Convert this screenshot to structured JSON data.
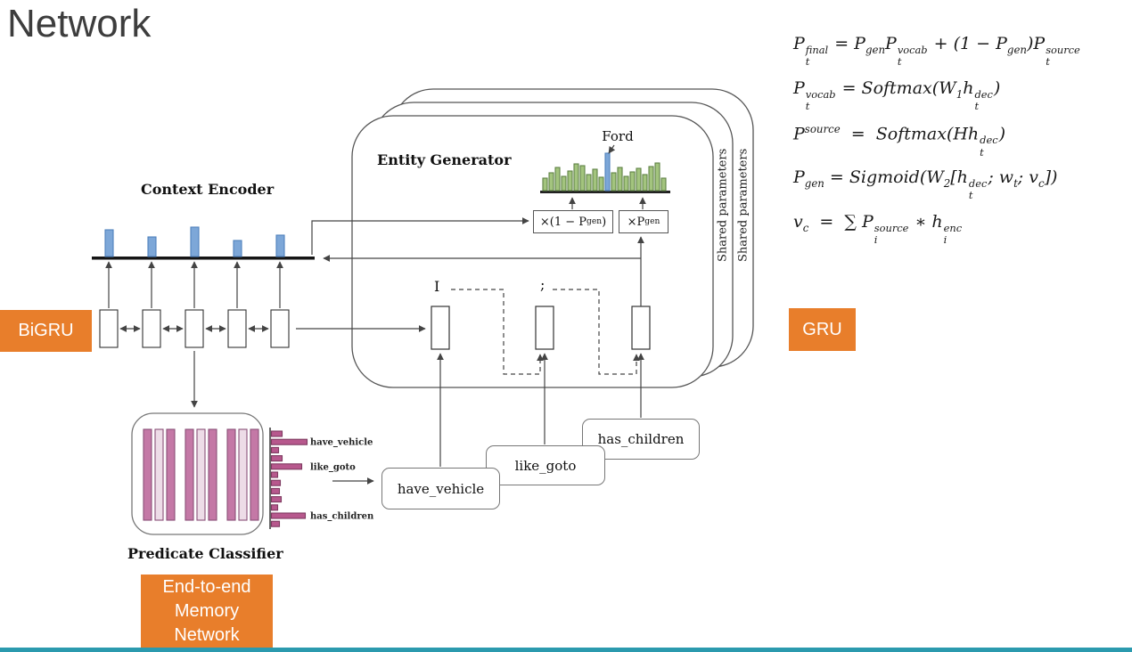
{
  "slide": {
    "title": "Network",
    "accent_color": "#E87E2B",
    "footer_bar_color": "#2B9AAE"
  },
  "colors": {
    "encoder_bar_fill": "#7DA7D8",
    "encoder_bar_stroke": "#4F81BD",
    "vocab_bar_fill": "#A3C47E",
    "vocab_bar_stroke": "#5E8144",
    "vocab_highlight_fill": "#7DA7D8",
    "vocab_highlight_stroke": "#4F81BD",
    "memory_bar_dark": "#C478A6",
    "memory_bar_pale": "#EDDCE7",
    "memory_bar_stroke": "#8A5078",
    "score_bar_fill": "#B7588D",
    "score_bar_stroke": "#7E3A60"
  },
  "context_encoder": {
    "heading": "Context Encoder",
    "tag": "BiGRU",
    "bar_heights": [
      30,
      22,
      33,
      18,
      24
    ]
  },
  "entity_generator": {
    "heading": "Entity Generator",
    "tag": "GRU",
    "shared_parameters_label": "Shared parameters",
    "gate_copy_label_html": "×(1 − P<sub>gen</sub>)",
    "gate_generate_label_html": "×P<sub>gen</sub>",
    "highlight_word": "Ford",
    "output_tokens": [
      "I",
      ";"
    ],
    "vocab_bars": [
      14,
      20,
      26,
      16,
      22,
      30,
      28,
      18,
      24,
      15,
      42,
      20,
      26,
      16,
      21,
      25,
      18,
      27,
      31,
      14
    ],
    "vocab_highlight_index": 10
  },
  "predicate_classifier": {
    "heading": "Predicate Classifier",
    "tag": "End-to-end Memory Network",
    "classes": [
      "have_vehicle",
      "like_goto",
      "has_children"
    ],
    "memory_bar_tones": [
      "dark",
      "pale",
      "dark",
      "dark",
      "pale",
      "dark",
      "dark",
      "pale",
      "dark"
    ],
    "score_bars": [
      12,
      40,
      8,
      12,
      34,
      7,
      10,
      9,
      11,
      7,
      38,
      9
    ],
    "score_labels": [
      {
        "bar": 1,
        "class_index": 0
      },
      {
        "bar": 4,
        "class_index": 1
      },
      {
        "bar": 10,
        "class_index": 2
      }
    ]
  },
  "equations": [
    {
      "html": "P<span class='stk'><span>final</span><span>t</span></span> = P<sub>gen</sub>P<span class='stk'><span>vocab</span><span>t</span></span> + (1 − P<sub>gen</sub>)P<span class='stk'><span>source</span><span>t</span></span>"
    },
    {
      "html": "P<span class='stk'><span>vocab</span><span>t</span></span> = Softmax(W<sub>1</sub>h<span class='stk'><span>dec</span><span>t</span></span>)"
    },
    {
      "html": "P<sup>source</sup> &nbsp;=&nbsp; Softmax(Hh<span class='stk'><span>dec</span><span>t</span></span>)"
    },
    {
      "html": "P<sub>gen</sub> = Sigmoid(W<sub>2</sub>[h<span class='stk'><span>dec</span><span>t</span></span>; w<sub>t</sub>; v<sub>c</sub>])"
    },
    {
      "html": "v<sub>c</sub> &nbsp;=&nbsp; ∑ P<span class='stk'><span>source</span><span>i</span></span> ∗ h<span class='stk'><span>enc</span><span>i</span></span>"
    }
  ]
}
